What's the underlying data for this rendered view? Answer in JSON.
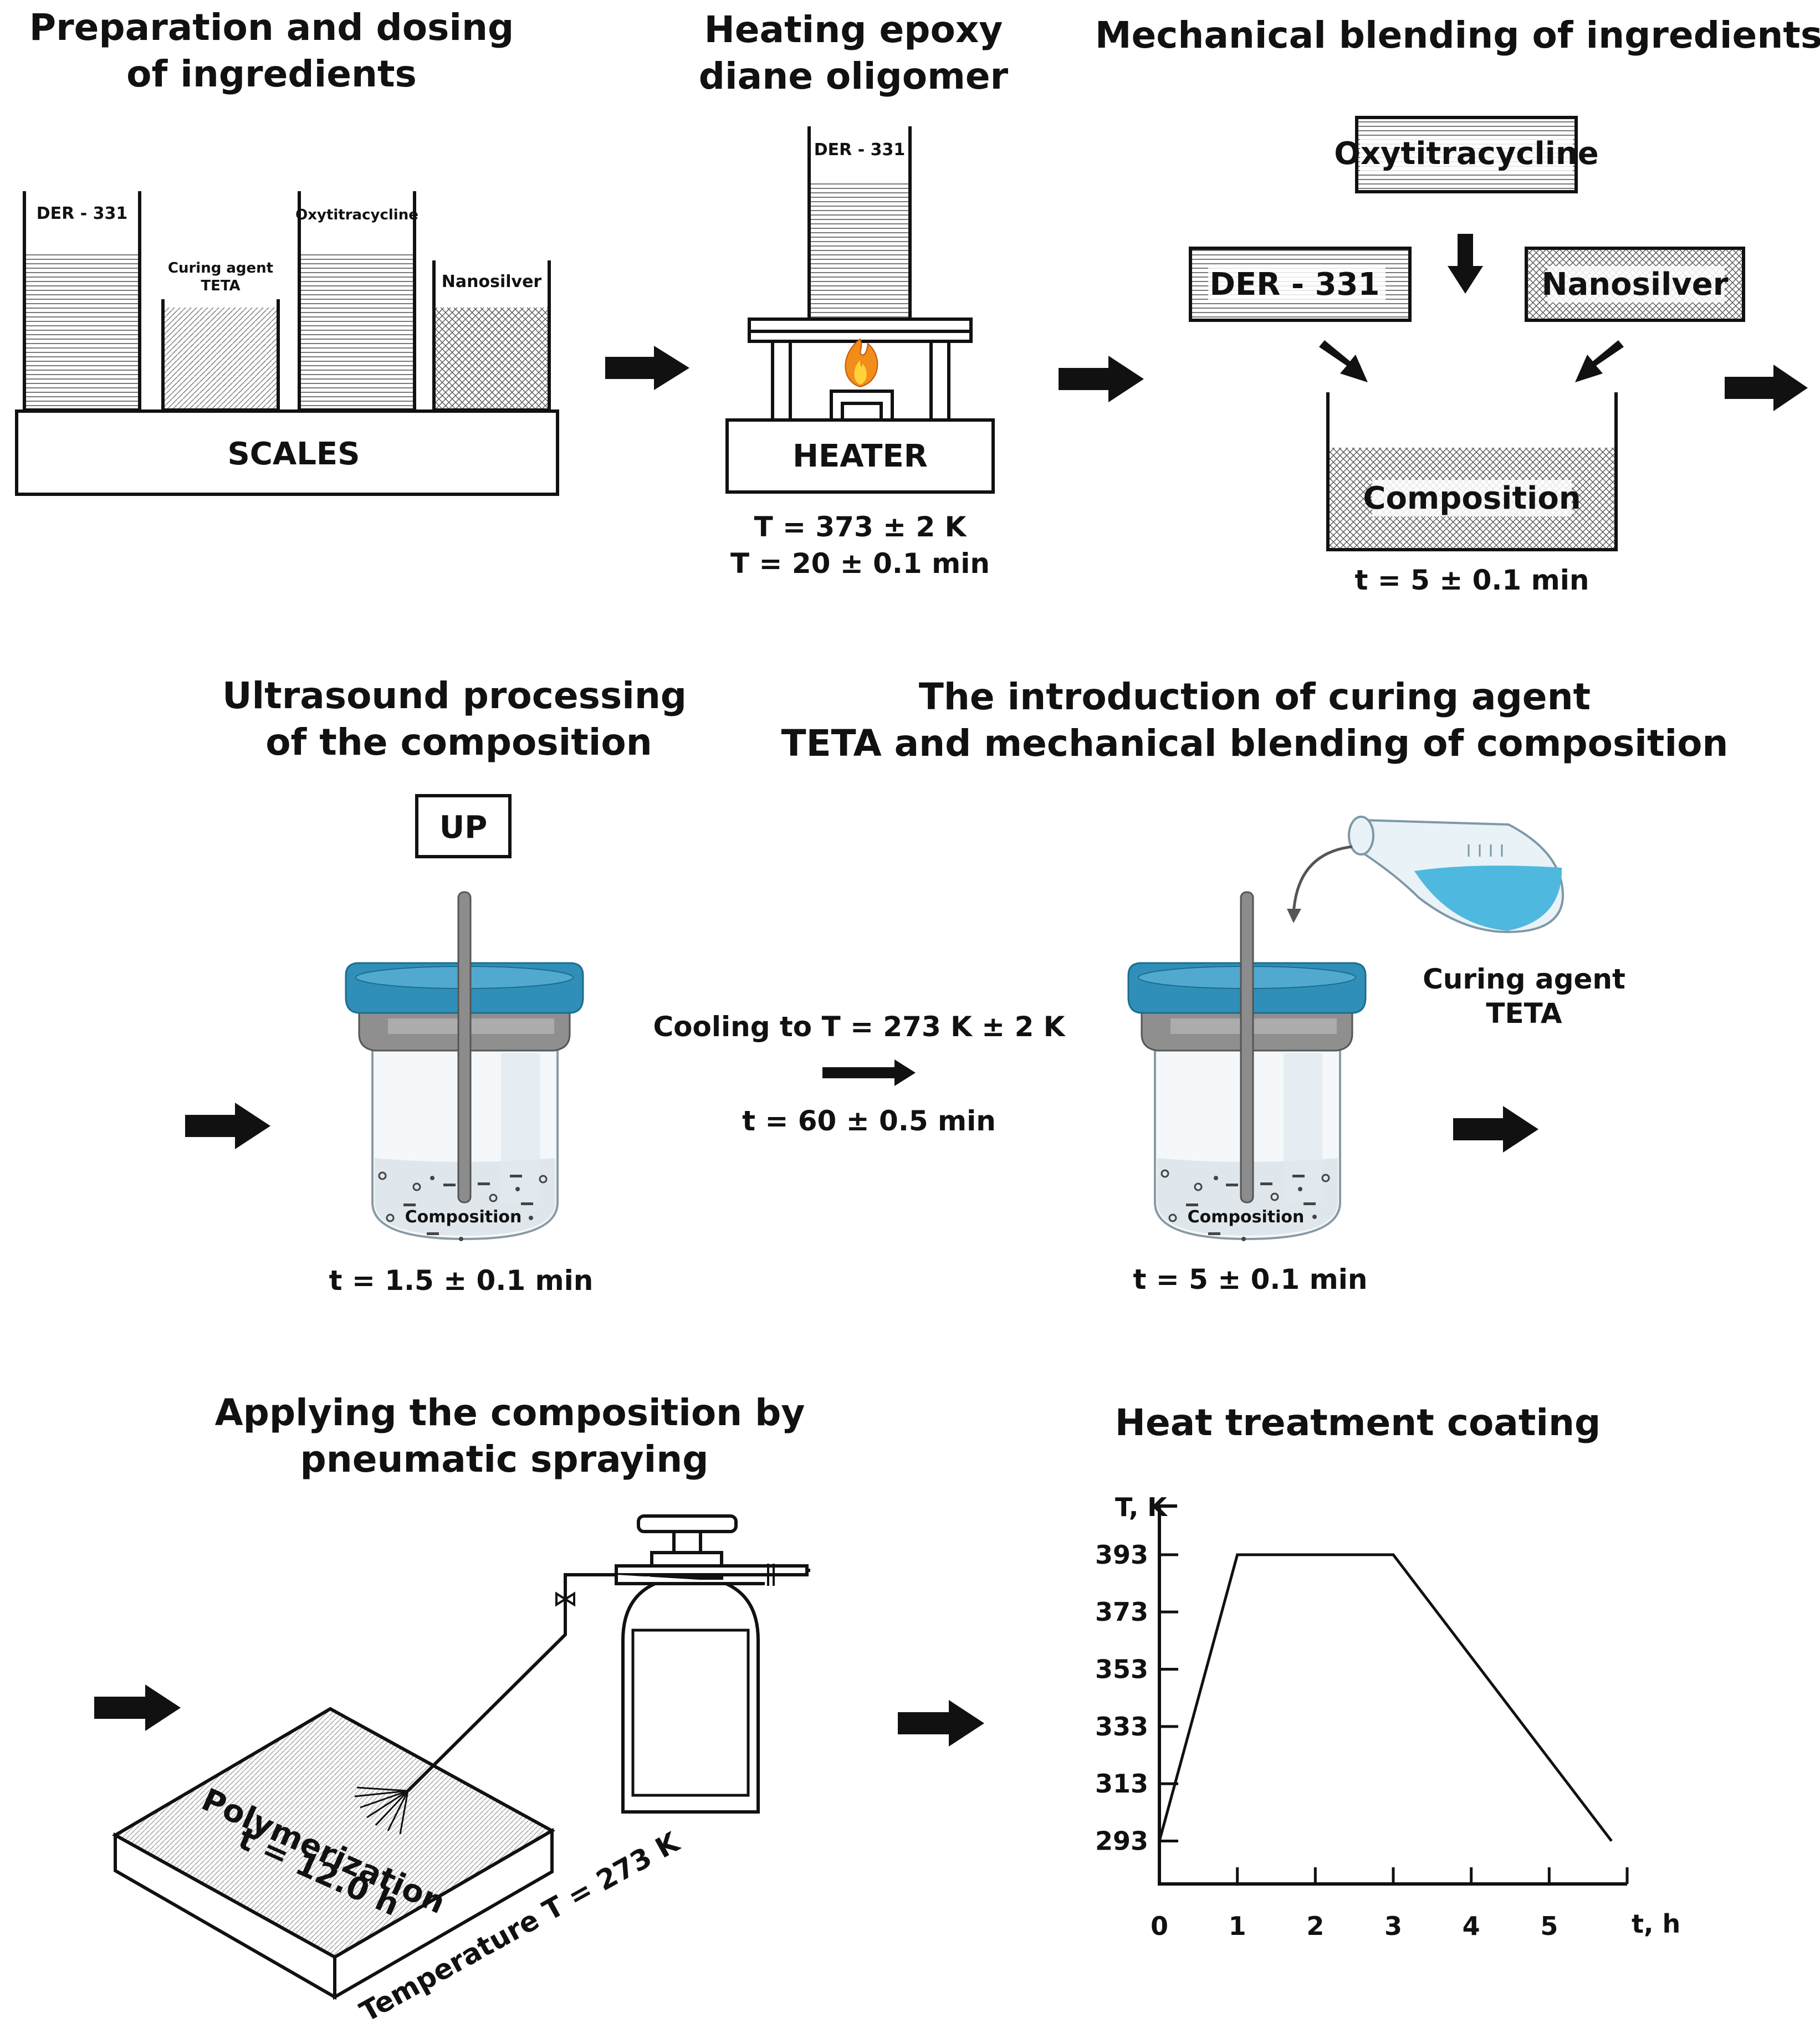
{
  "steps": {
    "prep": {
      "title_line1": "Preparation and dosing",
      "title_line2": "of ingredients",
      "containers": [
        "DER - 331",
        "Curing agent",
        "TETA",
        "Oxytitracycline",
        "Nanosilver"
      ],
      "scales_label": "SCALES"
    },
    "heating": {
      "title_line1": "Heating epoxy",
      "title_line2": "diane oligomer",
      "vessel_label": "DER - 331",
      "heater_label": "HEATER",
      "param1": "T = 373 ± 2 K",
      "param2": "T = 20 ± 0.1 min"
    },
    "blending": {
      "title": "Mechanical blending of ingredients",
      "box_top": "Oxytitracycline",
      "box_left": "DER - 331",
      "box_right": "Nanosilver",
      "tank_label": "Composition",
      "time": "t = 5 ± 0.1 min"
    },
    "ultrasound": {
      "title_line1": "Ultrasound processing",
      "title_line2": "of the composition",
      "device_label": "UP",
      "jar_label": "Composition",
      "time": "t = 1.5 ± 0.1 min"
    },
    "cooling": {
      "label": "Cooling to T = 273 K ± 2 K",
      "time": "t = 60 ± 0.5 min"
    },
    "curing": {
      "title_line1": "The introduction of curing agent",
      "title_line2": "TETA and mechanical blending of composition",
      "jar_label": "Composition",
      "agent_line1": "Curing agent",
      "agent_line2": "TETA",
      "time": "t = 5 ± 0.1 min"
    },
    "spraying": {
      "title_line1": "Applying the composition by",
      "title_line2": "pneumatic spraying",
      "plate_line1": "Polymerization",
      "plate_line2": "t = 12.0 h",
      "temp_label": "Temperature T = 273 K"
    },
    "heat_treatment": {
      "title": "Heat treatment coating"
    }
  },
  "colors": {
    "lid_blue": "#2f8fb8",
    "liquid_blue": "#4fb8de",
    "flame_orange": "#f28c1a",
    "flame_yellow": "#ffd23a"
  },
  "chart_data": {
    "type": "line",
    "ylabel": "T, K",
    "xlabel": "t, h",
    "x_ticks": [
      "0",
      "1",
      "2",
      "3",
      "4",
      "5"
    ],
    "y_ticks": [
      "293",
      "313",
      "333",
      "353",
      "373",
      "393"
    ],
    "xlim": [
      0,
      6
    ],
    "ylim": [
      278,
      410
    ],
    "series": [
      {
        "x": [
          0,
          1,
          3,
          5.8
        ],
        "y": [
          293,
          393,
          393,
          293
        ]
      }
    ]
  }
}
